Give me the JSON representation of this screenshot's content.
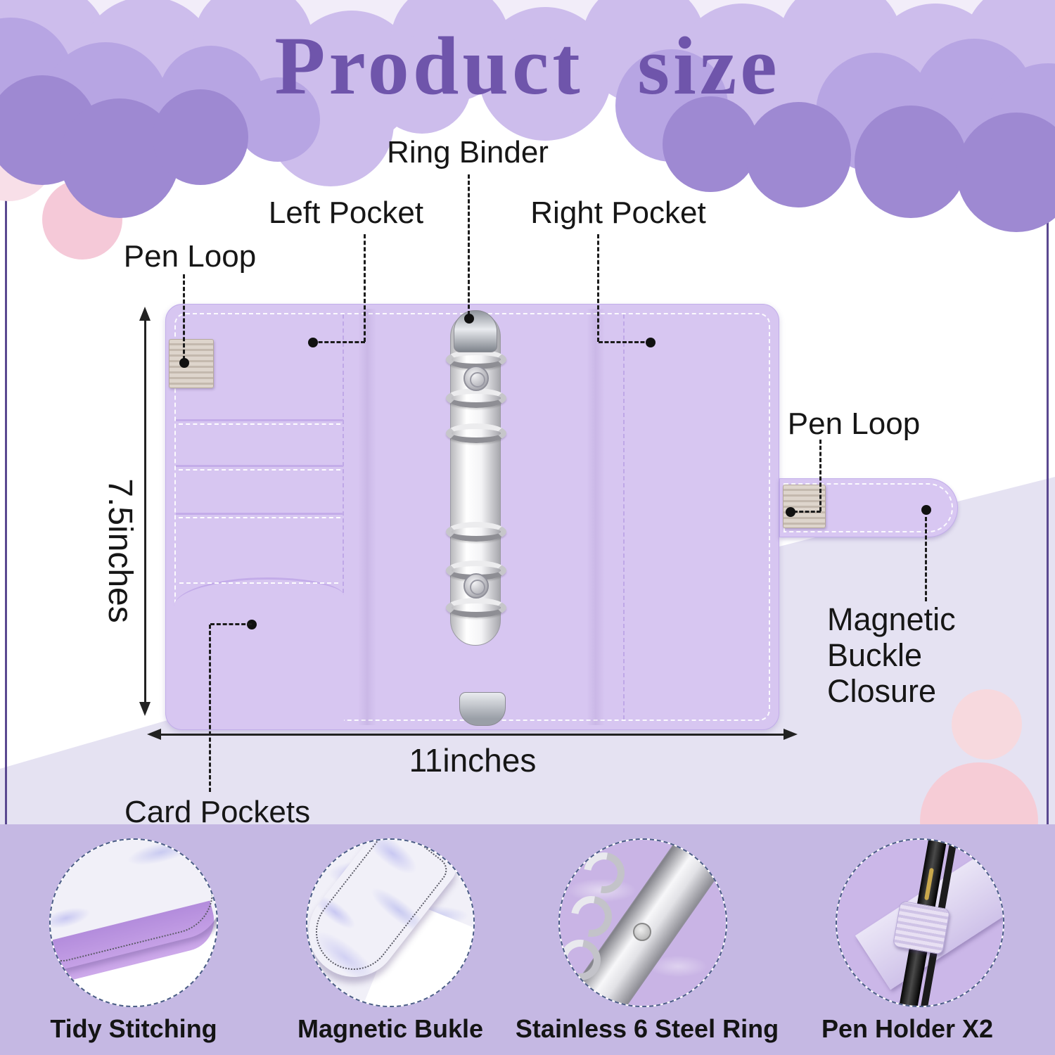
{
  "title": "Product size",
  "labels": {
    "ring_binder": "Ring Binder",
    "left_pocket": "Left Pocket",
    "right_pocket": "Right Pocket",
    "pen_loop_left": "Pen Loop",
    "pen_loop_right": "Pen Loop",
    "card_pockets": "Card Pockets",
    "magnetic_buckle": [
      "Magnetic",
      "Buckle",
      "Closure"
    ]
  },
  "dimensions": {
    "height": "7.5inches",
    "width": "11inches"
  },
  "features": [
    {
      "caption": "Tidy Stitching"
    },
    {
      "caption": "Magnetic  Bukle"
    },
    {
      "caption": "Stainless 6 Steel Ring"
    },
    {
      "caption": "Pen Holder X2"
    }
  ],
  "colors": {
    "title_purple": "#6f55ab",
    "binder_lavender": "#d7c6f1",
    "surface_lavender": "#e5e2f2",
    "bottom_strip": "#c5b8e3",
    "cloud_light": "#cdbdec",
    "cloud_mid": "#b7a5e3",
    "cloud_dark": "#9e89d2",
    "pink_accent": "#f5c9d8"
  }
}
